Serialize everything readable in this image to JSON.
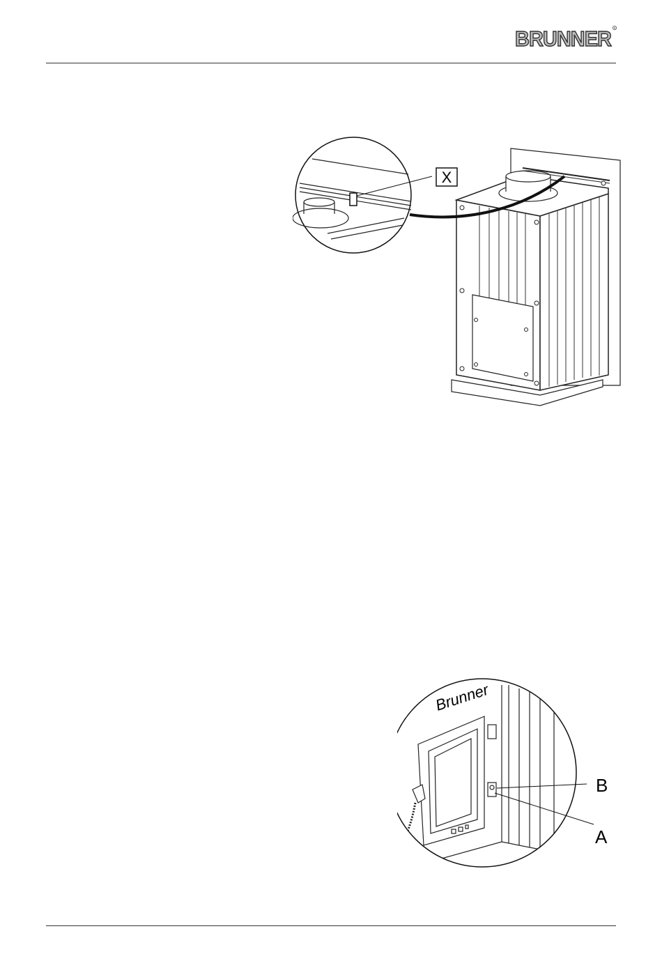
{
  "header": {
    "brand": "BRUNNER"
  },
  "figure_top": {
    "callout_x": "X"
  },
  "figure_bottom": {
    "label_b": "B",
    "label_a": "A",
    "door_script": "Brunner"
  }
}
